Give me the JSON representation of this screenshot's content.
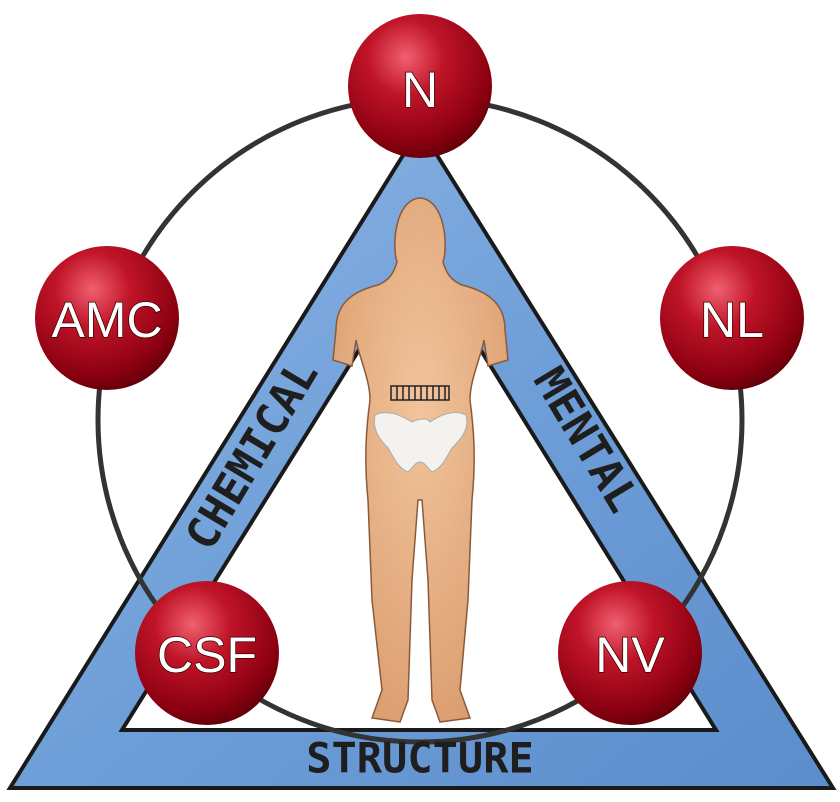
{
  "diagram": {
    "sides": {
      "left": "CHEMICAL",
      "right": "MENTAL",
      "bottom": "STRUCTURE"
    },
    "nodes": [
      {
        "id": "n",
        "label": "N"
      },
      {
        "id": "amc",
        "label": "AMC"
      },
      {
        "id": "nl",
        "label": "NL"
      },
      {
        "id": "csf",
        "label": "CSF"
      },
      {
        "id": "nv",
        "label": "NV"
      }
    ],
    "colors": {
      "triangle": "#6f9fd8",
      "ball": "#b01020",
      "skin": "#e8ad80",
      "ring": "#333333"
    }
  }
}
